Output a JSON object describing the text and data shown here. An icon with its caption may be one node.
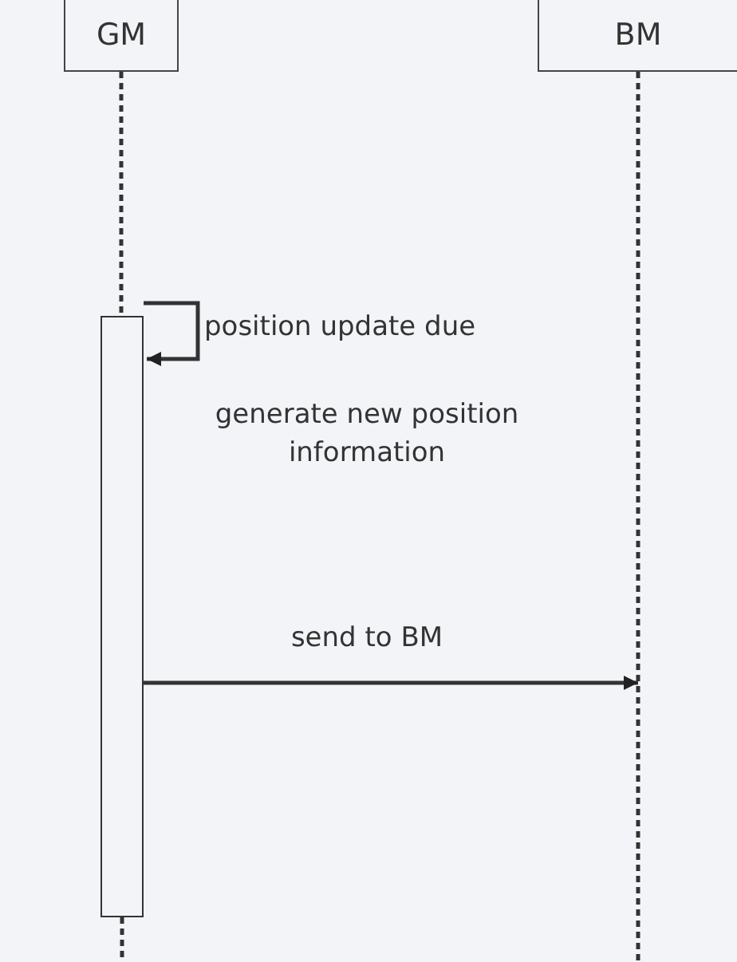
{
  "diagram": {
    "nodes": [
      {
        "text": [
          "GM"
        ]
      },
      {
        "text": [
          "BM"
        ]
      },
      {
        "text": [],
        "shape": "bar"
      }
    ],
    "edges": [
      {
        "from": 0,
        "to": 2,
        "arrow": "none",
        "style": "dashed"
      },
      {
        "from": 2,
        "to": 2,
        "arrow": "to",
        "label": "position update due"
      },
      {
        "from": 2,
        "to": 1,
        "arrow": "to",
        "label": "send to BM"
      }
    ],
    "labels": [
      "generate new position information"
    ]
  }
}
